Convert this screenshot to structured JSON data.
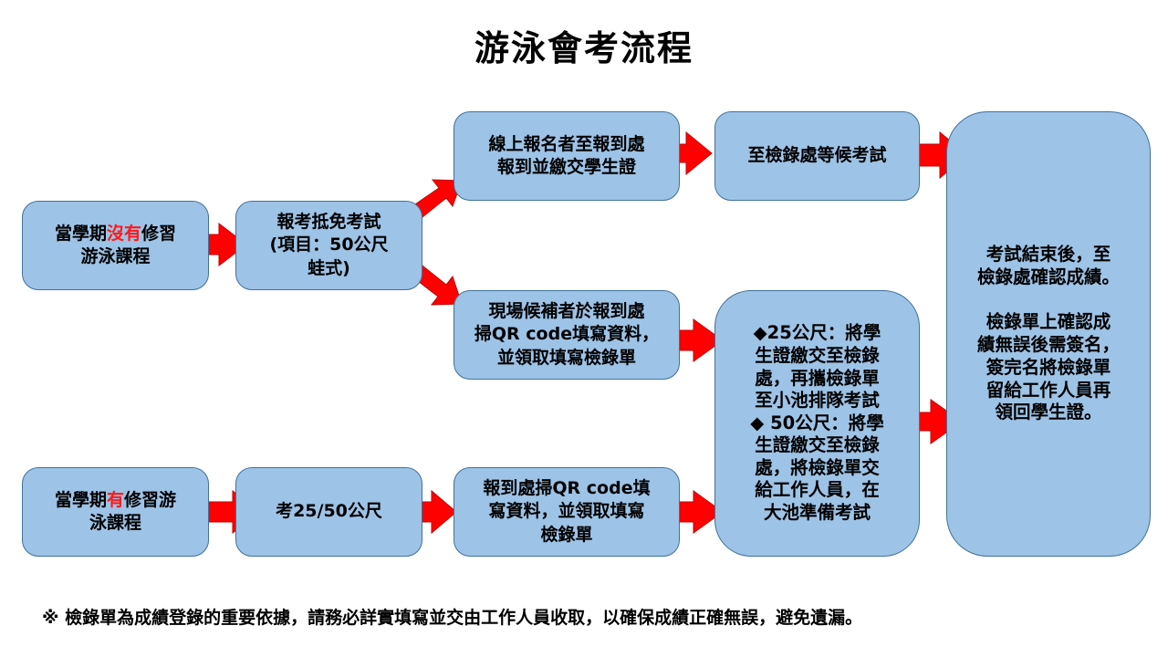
{
  "title": "游泳會考流程",
  "boxes": {
    "no_course": {
      "parts": [
        "當學期",
        "沒有",
        "修習"
      ],
      "line2": "游泳課程",
      "highlight_color": "#ff1a1a"
    },
    "exempt": {
      "lines": [
        "報考抵免考試",
        "(項目：50公尺",
        "蛙式)"
      ]
    },
    "online": {
      "lines": [
        "線上報名者至報到處",
        "報到並繳交學生證"
      ]
    },
    "wait": {
      "lines": [
        "至檢錄處等候考試"
      ]
    },
    "walkin": {
      "lines": [
        "現場候補者於報到處",
        "掃QR code填寫資料，",
        "並領取填寫檢錄單"
      ]
    },
    "has_course": {
      "parts": [
        "當學期",
        "有",
        "修習游"
      ],
      "line2": "泳課程"
    },
    "exam": {
      "lines": [
        "考25/50公尺"
      ]
    },
    "checkin": {
      "lines": [
        "報到處掃QR code填",
        "寫資料，並領取填寫",
        "檢錄單"
      ]
    },
    "distance": {
      "lines": [
        "◆25公尺：將學",
        "生證繳交至檢錄",
        "處，再攜檢錄單",
        "至小池排隊考試",
        "◆ 50公尺：將學",
        "生證繳交至檢錄",
        "處，將檢錄單交",
        "給工作人員，在",
        "大池準備考試"
      ]
    },
    "final": {
      "lines": [
        "考試結束後，至",
        "檢錄處確認成績。",
        "",
        "檢錄單上確認成",
        "績無誤後需簽名，",
        "簽完名將檢錄單",
        "留給工作人員再",
        "領回學生證。"
      ]
    }
  },
  "footnote": "※ 檢錄單為成績登錄的重要依據，請務必詳實填寫並交由工作人員收取，以確保成績正確無誤，避免遺漏。",
  "colors": {
    "box_fill": "#9dc3e6",
    "box_border": "#41719c",
    "arrow": "#ff0000",
    "highlight": "#ff1a1a"
  }
}
